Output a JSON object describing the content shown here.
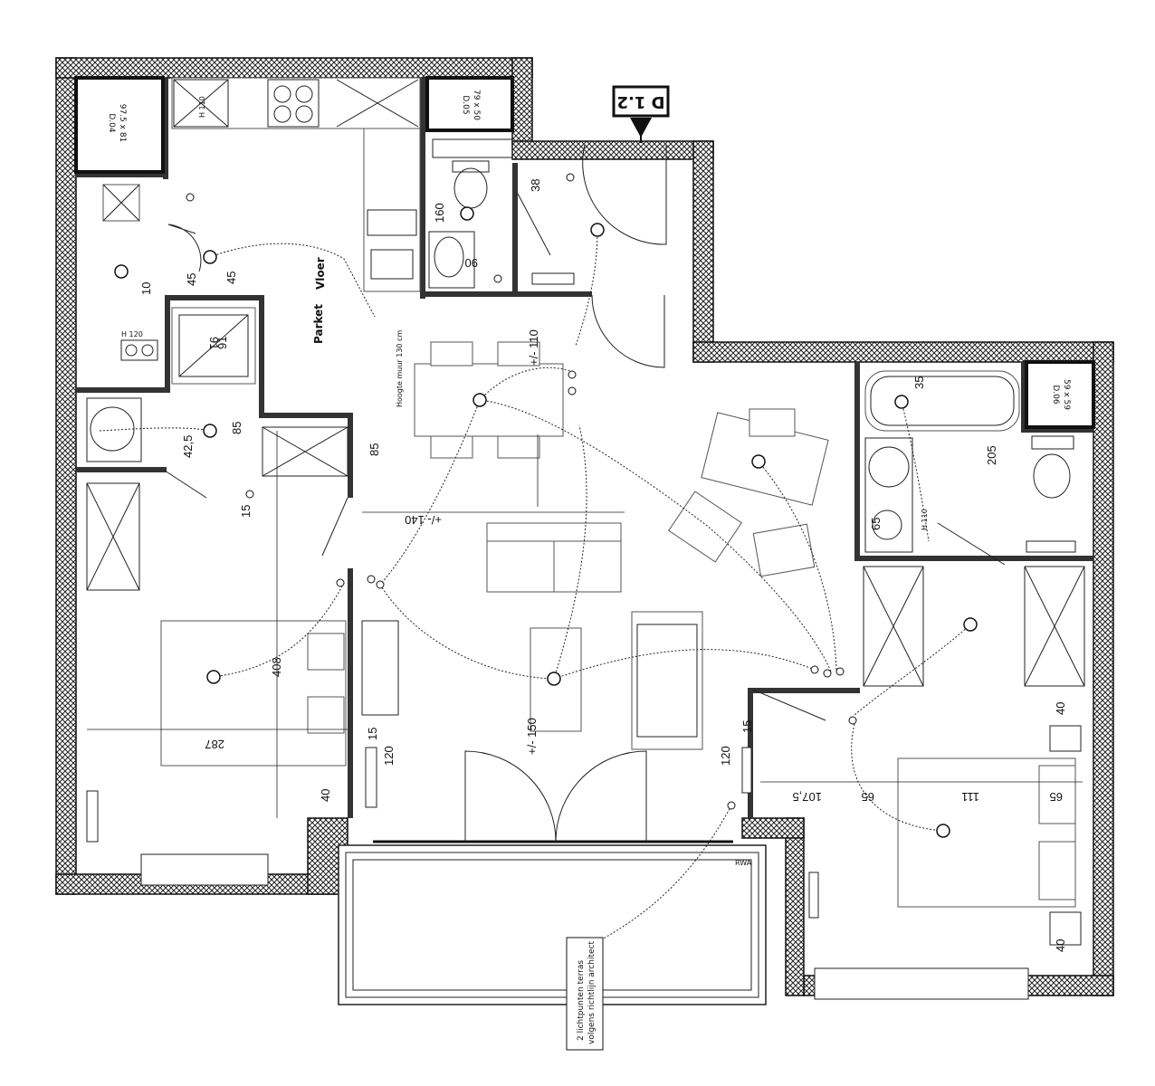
{
  "plan_label": "D 1.2",
  "units": {
    "d04": {
      "code": "D.04",
      "size": "97.5 x 81"
    },
    "d05": {
      "code": "D.05",
      "size": "79 x 50"
    },
    "d06": {
      "code": "D.06",
      "size": "59 x 59"
    }
  },
  "floor_label": {
    "line1": "Parket",
    "line2": "Vloer"
  },
  "height_notes": {
    "h110_kitchen": "H 110",
    "h120_laundry": "H 120",
    "h110_bath": "H 110",
    "wall_height": "Hoogte muur 130 cm"
  },
  "terrace_note": {
    "line1": "2 lichtpunten terras",
    "line2": "volgens richtlijn architect"
  },
  "rwa": "RWA",
  "dimensions": {
    "d160": "160",
    "d90": "90",
    "d38": "38",
    "d45a": "45",
    "d45b": "45",
    "d10": "10",
    "d91a": "91",
    "d91b": "91",
    "d85a": "85",
    "d85b": "85",
    "d42_5": "42,5",
    "d15a": "15",
    "d15b": "15",
    "d15c": "15",
    "d408": "408",
    "d287": "287",
    "d120a": "120",
    "d120b": "120",
    "d40a": "40",
    "d40b": "40",
    "d40c": "40",
    "d150": "+/- 150",
    "d140": "+/- 140",
    "d110": "+/- 110",
    "d35": "35",
    "d205": "205",
    "d65a": "65",
    "d65b": "65",
    "d65c": "65",
    "d107_5": "107,5",
    "d111": "111"
  }
}
